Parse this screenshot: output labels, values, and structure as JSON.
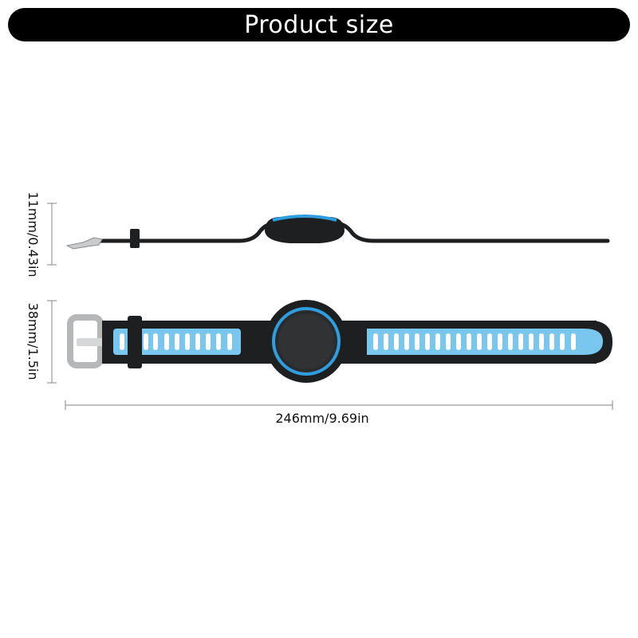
{
  "header": {
    "title": "Product size"
  },
  "dimensions": {
    "thickness": "11mm/0.43in",
    "width": "38mm/1.5in",
    "length": "246mm/9.69in"
  },
  "colors": {
    "band": "#1e1f21",
    "accent": "#79c6ef",
    "ring": "#2e9ee0",
    "buckle": "#c9cbcd",
    "dimension_line": "#999999"
  }
}
